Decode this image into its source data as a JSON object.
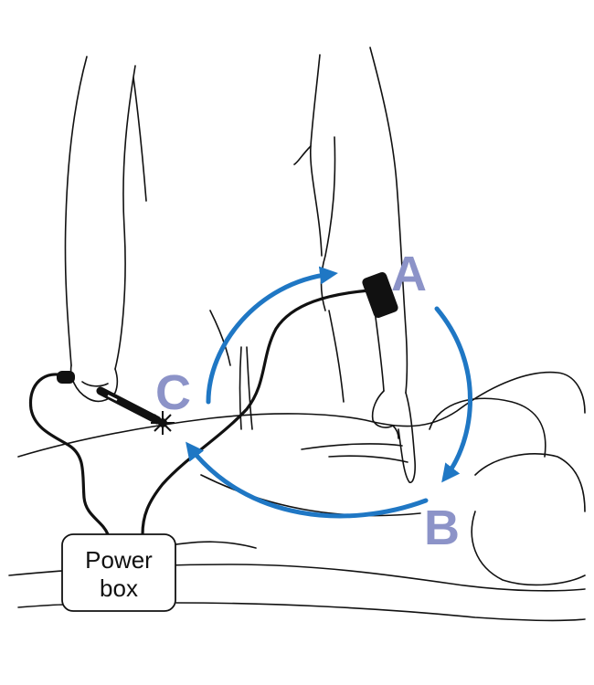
{
  "labels": {
    "a": "A",
    "b": "B",
    "c": "C"
  },
  "power_box": {
    "line1": "Power",
    "line2": "box"
  },
  "colors": {
    "arrow": "#1f77c4",
    "letters": "#8c93c8",
    "lines": "#111111"
  }
}
